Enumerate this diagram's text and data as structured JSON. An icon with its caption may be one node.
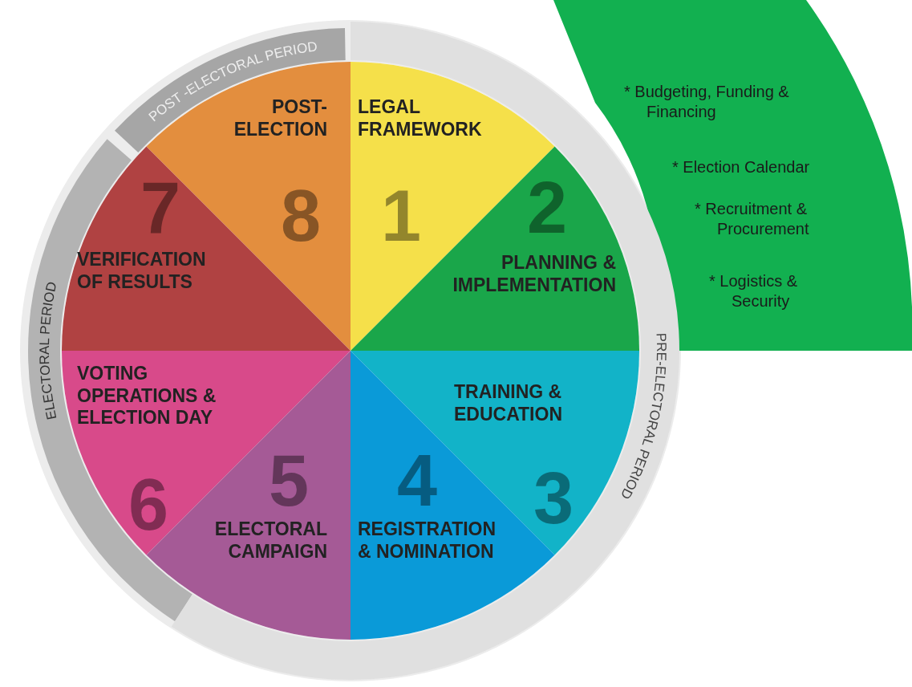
{
  "diagram": {
    "nodes": [
      {
        "text": [
          "POST -ELECTORAL PERIOD"
        ]
      },
      {
        "text": [
          "POST- ELECTION",
          "8"
        ]
      },
      {
        "text": [
          "LEGAL FRAMEWORK",
          "1"
        ]
      },
      {
        "text": [
          "* Budgeting, Funding & Financing",
          "* Election Calendar",
          "* Recruitment & Procurement",
          "* Logistics & Security"
        ]
      },
      {
        "text": [
          "7",
          "VERIFICATION OF RESULTS"
        ]
      },
      {
        "text": [
          "2",
          "PLANNING & IMPLEMENTATION"
        ]
      },
      {
        "text": [
          "ELECTORAL PERIOD"
        ]
      },
      {
        "text": [
          "PRE-ELECTORAL PERIOD"
        ]
      },
      {
        "text": [
          "VOTING OPERATIONS & ELECTION DAY",
          "6"
        ]
      },
      {
        "text": [
          "TRAINING & EDUCATION",
          "3"
        ]
      },
      {
        "text": [
          "5",
          "ELECTORAL CAMPAIGN"
        ]
      },
      {
        "text": [
          "4",
          "REGISTRATION & NOMINATION"
        ]
      }
    ]
  }
}
